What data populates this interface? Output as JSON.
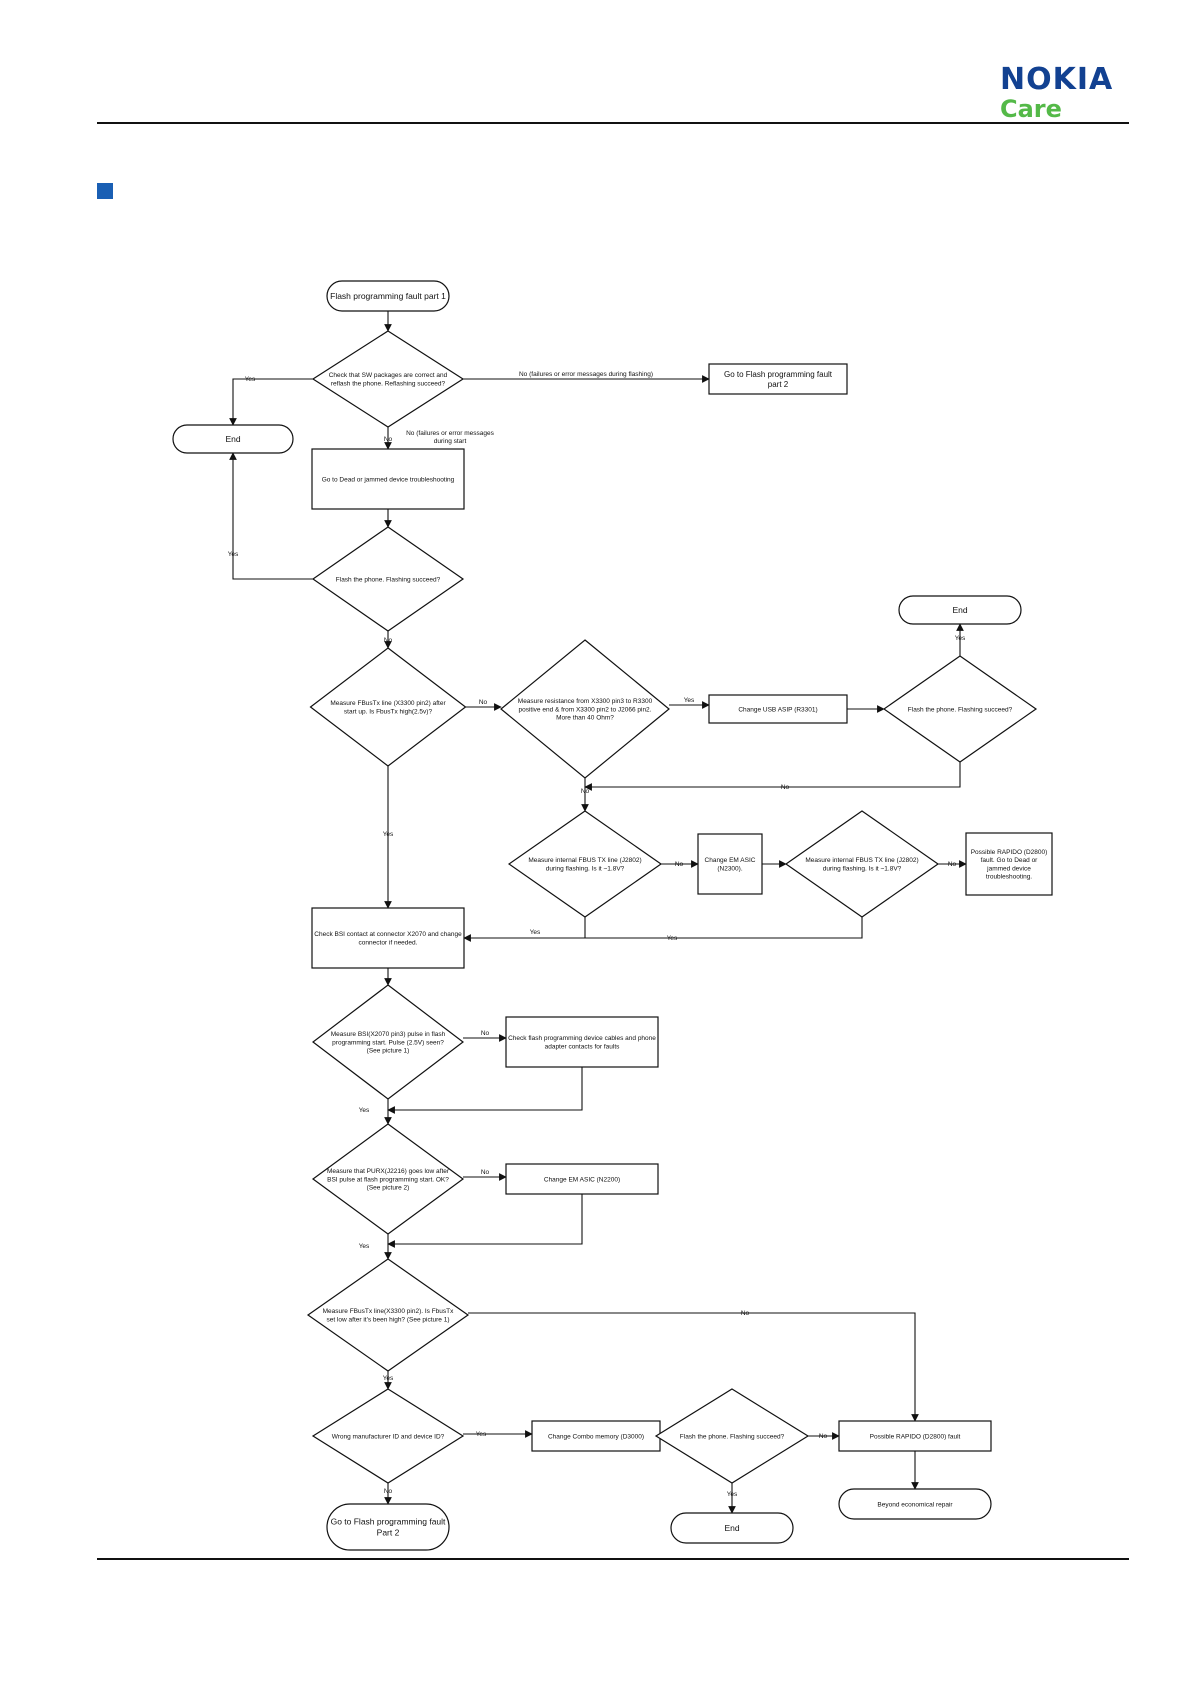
{
  "header": {
    "brand": "NOKIA",
    "sub_brand": "Care",
    "brand_color": "#124191",
    "sub_brand_color": "#54b948"
  },
  "nodes": {
    "start": [
      "Flash programming fault part 1"
    ],
    "q_sw": [
      "Check that SW packages are correct and",
      "reflash the phone. Reflashing succeed?"
    ],
    "end1": [
      "End"
    ],
    "goto_part2_top": [
      "Go to Flash programming fault",
      "part 2"
    ],
    "goto_dead": [
      "Go to Dead or jammed device troubleshooting"
    ],
    "q_flash1": [
      "Flash the phone. Flashing succeed?"
    ],
    "q_fbustx": [
      "Measure FBusTx line (X3300 pin2) after",
      "start up. Is FbusTx high(2.5v)?"
    ],
    "q_resist": [
      "Measure resistance from X3300 pin3 to R3300",
      "positive end & from X3300 pin2 to J2066 pin2.",
      "More than 40 Ohm?"
    ],
    "change_usb": [
      "Change USB ASIP (R3301)"
    ],
    "q_flash2": [
      "Flash the phone. Flashing succeed?"
    ],
    "end2": [
      "End"
    ],
    "q_fbus1": [
      "Measure internal FBUS TX line  (J2802)",
      "during flashing. Is it ~1.8V?"
    ],
    "change_em1": [
      "Change EM ASIC",
      "(N2300)."
    ],
    "q_fbus2": [
      "Measure internal FBUS TX line  (J2802)",
      "during flashing. Is it ~1.8V?"
    ],
    "rapido1": [
      "Possible RAPIDO (D2800)",
      "fault. Go to Dead or",
      "jammed device",
      "troubleshooting."
    ],
    "check_bsi": [
      "Check BSI contact at connector X2070 and change",
      "connector if needed."
    ],
    "q_bsi": [
      "Measure BSI(X2070 pin3) pulse in flash",
      "programming start. Pulse (2.5V) seen?",
      "(See picture 1)"
    ],
    "check_cables": [
      "Check flash programming device cables and phone",
      "adapter contacts for faults"
    ],
    "q_purx": [
      "Measure that PURX(J2216) goes low after",
      "BSI pulse at flash programming start. OK?",
      "(See picture 2)"
    ],
    "change_em2": [
      "Change EM ASIC (N2200)"
    ],
    "q_fbustx2": [
      "Measure FBusTx line(X3300 pin2). Is FbusTx",
      "set low after it's been high? (See picture 1)"
    ],
    "q_wrong": [
      "Wrong manufacturer ID and device ID?"
    ],
    "change_combo": [
      "Change Combo memory (D3000)"
    ],
    "q_flash3": [
      "Flash the phone. Flashing succeed?"
    ],
    "rapido2": [
      "Possible RAPIDO (D2800) fault"
    ],
    "goto_part2_bottom": [
      "Go to Flash programming fault",
      "Part 2"
    ],
    "end3": [
      "End"
    ],
    "ber": [
      "Beyond economical repair"
    ]
  },
  "edges": {
    "yes": "Yes",
    "no": "No",
    "no_flash_errors": "No (failures or error messages during flashing)",
    "no_start_errors": [
      "No (failures or error messages",
      "during start"
    ]
  }
}
